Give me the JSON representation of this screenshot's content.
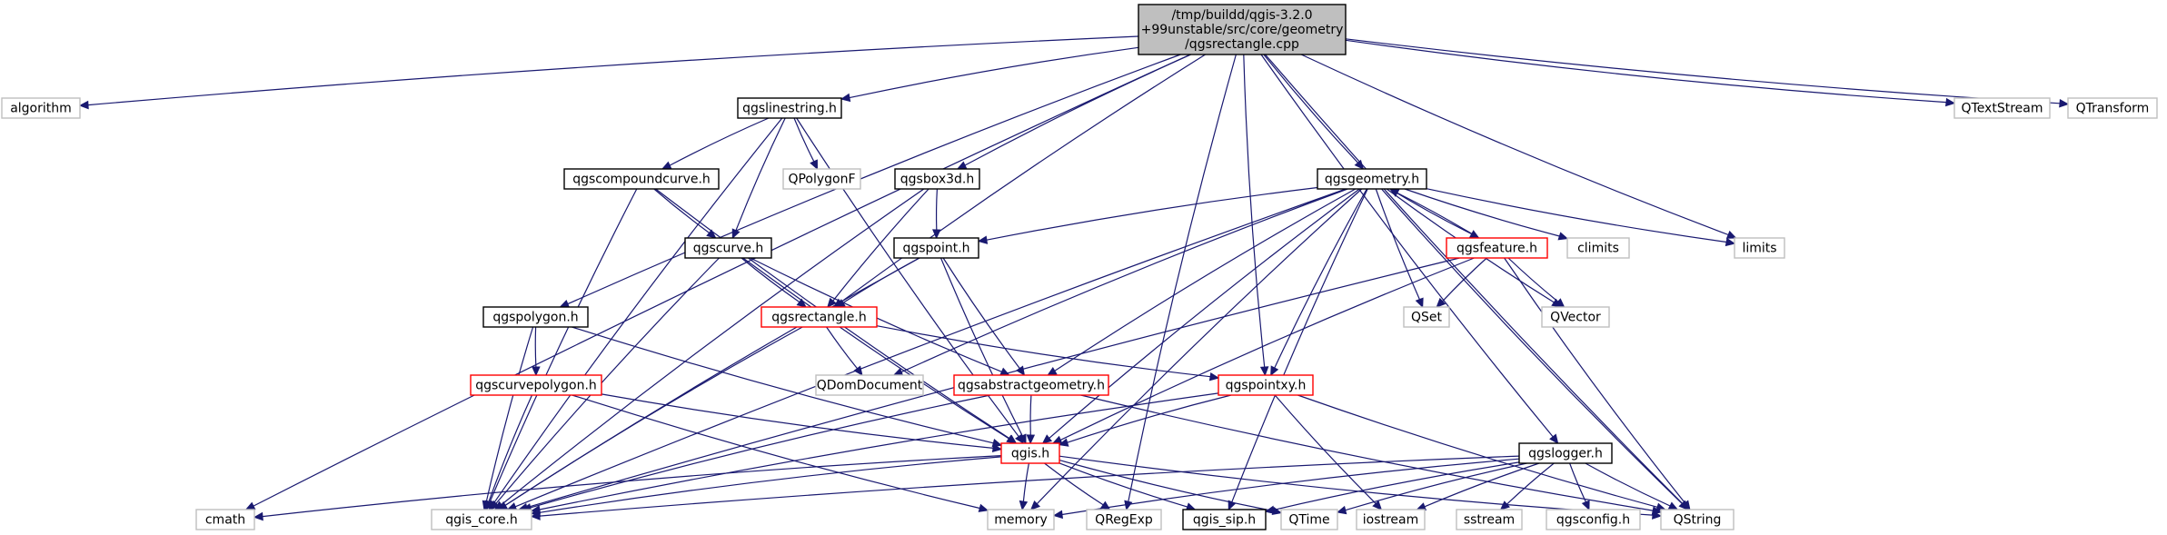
{
  "graph": {
    "nodes": [
      {
        "id": "root",
        "lines": [
          "/tmp/buildd/qgis-3.2.0",
          "+99unstable/src/core/geometry",
          "/qgsrectangle.cpp"
        ],
        "border": "#000000",
        "fill": "#bfbfbf"
      },
      {
        "id": "algorithm",
        "lines": [
          "algorithm"
        ],
        "border": "#bfbfbf",
        "fill": "#ffffff"
      },
      {
        "id": "qgslinestring",
        "lines": [
          "qgslinestring.h"
        ],
        "border": "#000000",
        "fill": "#ffffff"
      },
      {
        "id": "qgsbox3d",
        "lines": [
          "qgsbox3d.h"
        ],
        "border": "#000000",
        "fill": "#ffffff"
      },
      {
        "id": "qgsgeometry",
        "lines": [
          "qgsgeometry.h"
        ],
        "border": "#000000",
        "fill": "#ffffff"
      },
      {
        "id": "qgscompoundcurve",
        "lines": [
          "qgscompoundcurve.h"
        ],
        "border": "#000000",
        "fill": "#ffffff"
      },
      {
        "id": "qpolygonf",
        "lines": [
          "QPolygonF"
        ],
        "border": "#bfbfbf",
        "fill": "#ffffff"
      },
      {
        "id": "qgscurve",
        "lines": [
          "qgscurve.h"
        ],
        "border": "#000000",
        "fill": "#ffffff"
      },
      {
        "id": "qgspoint",
        "lines": [
          "qgspoint.h"
        ],
        "border": "#000000",
        "fill": "#ffffff"
      },
      {
        "id": "qgsfeature",
        "lines": [
          "qgsfeature.h"
        ],
        "border": "#ff0000",
        "fill": "#ffffff"
      },
      {
        "id": "climits",
        "lines": [
          "climits"
        ],
        "border": "#bfbfbf",
        "fill": "#ffffff"
      },
      {
        "id": "limits",
        "lines": [
          "limits"
        ],
        "border": "#bfbfbf",
        "fill": "#ffffff"
      },
      {
        "id": "qtextstream",
        "lines": [
          "QTextStream"
        ],
        "border": "#bfbfbf",
        "fill": "#ffffff"
      },
      {
        "id": "qtransform",
        "lines": [
          "QTransform"
        ],
        "border": "#bfbfbf",
        "fill": "#ffffff"
      },
      {
        "id": "qgspolygon",
        "lines": [
          "qgspolygon.h"
        ],
        "border": "#000000",
        "fill": "#ffffff"
      },
      {
        "id": "qgsrectangle",
        "lines": [
          "qgsrectangle.h"
        ],
        "border": "#ff0000",
        "fill": "#ffffff"
      },
      {
        "id": "qset",
        "lines": [
          "QSet"
        ],
        "border": "#bfbfbf",
        "fill": "#ffffff"
      },
      {
        "id": "qvector",
        "lines": [
          "QVector"
        ],
        "border": "#bfbfbf",
        "fill": "#ffffff"
      },
      {
        "id": "qgscurvepolygon",
        "lines": [
          "qgscurvepolygon.h"
        ],
        "border": "#ff0000",
        "fill": "#ffffff"
      },
      {
        "id": "qdomdocument",
        "lines": [
          "QDomDocument"
        ],
        "border": "#bfbfbf",
        "fill": "#ffffff"
      },
      {
        "id": "qgsabstractgeometry",
        "lines": [
          "qgsabstractgeometry.h"
        ],
        "border": "#ff0000",
        "fill": "#ffffff"
      },
      {
        "id": "qgspointxy",
        "lines": [
          "qgspointxy.h"
        ],
        "border": "#ff0000",
        "fill": "#ffffff"
      },
      {
        "id": "qgis",
        "lines": [
          "qgis.h"
        ],
        "border": "#ff0000",
        "fill": "#ffffff"
      },
      {
        "id": "qgslogger",
        "lines": [
          "qgslogger.h"
        ],
        "border": "#000000",
        "fill": "#ffffff"
      },
      {
        "id": "cmath",
        "lines": [
          "cmath"
        ],
        "border": "#bfbfbf",
        "fill": "#ffffff"
      },
      {
        "id": "qgis_core",
        "lines": [
          "qgis_core.h"
        ],
        "border": "#bfbfbf",
        "fill": "#ffffff"
      },
      {
        "id": "memory",
        "lines": [
          "memory"
        ],
        "border": "#bfbfbf",
        "fill": "#ffffff"
      },
      {
        "id": "qregexp",
        "lines": [
          "QRegExp"
        ],
        "border": "#bfbfbf",
        "fill": "#ffffff"
      },
      {
        "id": "qgis_sip",
        "lines": [
          "qgis_sip.h"
        ],
        "border": "#000000",
        "fill": "#ffffff"
      },
      {
        "id": "qtime",
        "lines": [
          "QTime"
        ],
        "border": "#bfbfbf",
        "fill": "#ffffff"
      },
      {
        "id": "iostream",
        "lines": [
          "iostream"
        ],
        "border": "#bfbfbf",
        "fill": "#ffffff"
      },
      {
        "id": "sstream",
        "lines": [
          "sstream"
        ],
        "border": "#bfbfbf",
        "fill": "#ffffff"
      },
      {
        "id": "qgsconfig",
        "lines": [
          "qgsconfig.h"
        ],
        "border": "#bfbfbf",
        "fill": "#ffffff"
      },
      {
        "id": "qstring",
        "lines": [
          "QString"
        ],
        "border": "#bfbfbf",
        "fill": "#ffffff"
      }
    ],
    "edges": [
      [
        "root",
        "algorithm"
      ],
      [
        "root",
        "qgslinestring"
      ],
      [
        "root",
        "qgsbox3d"
      ],
      [
        "root",
        "qgsgeometry"
      ],
      [
        "root",
        "qgspolygon"
      ],
      [
        "root",
        "qgsrectangle"
      ],
      [
        "root",
        "qgspointxy"
      ],
      [
        "root",
        "limits"
      ],
      [
        "root",
        "qgslogger"
      ],
      [
        "root",
        "qtextstream"
      ],
      [
        "root",
        "qtransform"
      ],
      [
        "root",
        "cmath"
      ],
      [
        "root",
        "qstring"
      ],
      [
        "root",
        "qregexp"
      ],
      [
        "qgslinestring",
        "qgscompoundcurve"
      ],
      [
        "qgslinestring",
        "qpolygonf"
      ],
      [
        "qgslinestring",
        "qgscurve"
      ],
      [
        "qgslinestring",
        "qgis"
      ],
      [
        "qgslinestring",
        "qgis_core"
      ],
      [
        "qgscompoundcurve",
        "qgscurve"
      ],
      [
        "qgscompoundcurve",
        "qgis"
      ],
      [
        "qgscompoundcurve",
        "qgis_core"
      ],
      [
        "qgsbox3d",
        "qgspoint"
      ],
      [
        "qgsbox3d",
        "qgsrectangle"
      ],
      [
        "qgsbox3d",
        "qgis_core"
      ],
      [
        "qgscurve",
        "qgsrectangle"
      ],
      [
        "qgscurve",
        "qgsabstractgeometry"
      ],
      [
        "qgscurve",
        "qgis"
      ],
      [
        "qgscurve",
        "qgis_core"
      ],
      [
        "qgspoint",
        "qgsrectangle"
      ],
      [
        "qgspoint",
        "qgsabstractgeometry"
      ],
      [
        "qgspoint",
        "qgis"
      ],
      [
        "qgspoint",
        "qgis_core"
      ],
      [
        "qgsgeometry",
        "qgspoint"
      ],
      [
        "qgsgeometry",
        "qgsfeature"
      ],
      [
        "qgsgeometry",
        "climits"
      ],
      [
        "qgsgeometry",
        "limits"
      ],
      [
        "qgsgeometry",
        "qset"
      ],
      [
        "qgsgeometry",
        "qvector"
      ],
      [
        "qgsgeometry",
        "qdomdocument"
      ],
      [
        "qgsgeometry",
        "qgsabstractgeometry"
      ],
      [
        "qgsgeometry",
        "qgspointxy"
      ],
      [
        "qgsgeometry",
        "qgis"
      ],
      [
        "qgsgeometry",
        "qgis_core"
      ],
      [
        "qgsgeometry",
        "qstring"
      ],
      [
        "qgsgeometry",
        "qgis_sip"
      ],
      [
        "qgsgeometry",
        "memory"
      ],
      [
        "qgsfeature",
        "qgsgeometry"
      ],
      [
        "qgsfeature",
        "qset"
      ],
      [
        "qgsfeature",
        "qvector"
      ],
      [
        "qgsfeature",
        "qgis"
      ],
      [
        "qgsfeature",
        "qgis_core"
      ],
      [
        "qgsfeature",
        "qstring"
      ],
      [
        "qgspolygon",
        "qgscurvepolygon"
      ],
      [
        "qgspolygon",
        "qgis"
      ],
      [
        "qgspolygon",
        "qgis_core"
      ],
      [
        "qgsrectangle",
        "qdomdocument"
      ],
      [
        "qgsrectangle",
        "qgspointxy"
      ],
      [
        "qgsrectangle",
        "qgis_core"
      ],
      [
        "qgscurvepolygon",
        "qgis"
      ],
      [
        "qgscurvepolygon",
        "qgis_core"
      ],
      [
        "qgscurvepolygon",
        "memory"
      ],
      [
        "qgsabstractgeometry",
        "qgis"
      ],
      [
        "qgsabstractgeometry",
        "qgis_core"
      ],
      [
        "qgsabstractgeometry",
        "qstring"
      ],
      [
        "qgspointxy",
        "qgis"
      ],
      [
        "qgspointxy",
        "qgis_core"
      ],
      [
        "qgspointxy",
        "iostream"
      ],
      [
        "qgspointxy",
        "qstring"
      ],
      [
        "qgis",
        "qgis_core"
      ],
      [
        "qgis",
        "memory"
      ],
      [
        "qgis",
        "qregexp"
      ],
      [
        "qgis",
        "qgis_sip"
      ],
      [
        "qgis",
        "qtime"
      ],
      [
        "qgis",
        "cmath"
      ],
      [
        "qgis",
        "qstring"
      ],
      [
        "qgslogger",
        "qgis_core"
      ],
      [
        "qgslogger",
        "iostream"
      ],
      [
        "qgslogger",
        "sstream"
      ],
      [
        "qgslogger",
        "qgsconfig"
      ],
      [
        "qgslogger",
        "qstring"
      ],
      [
        "qgslogger",
        "qtime"
      ],
      [
        "qgslogger",
        "memory"
      ],
      [
        "qgslogger",
        "qgis_sip"
      ]
    ]
  }
}
